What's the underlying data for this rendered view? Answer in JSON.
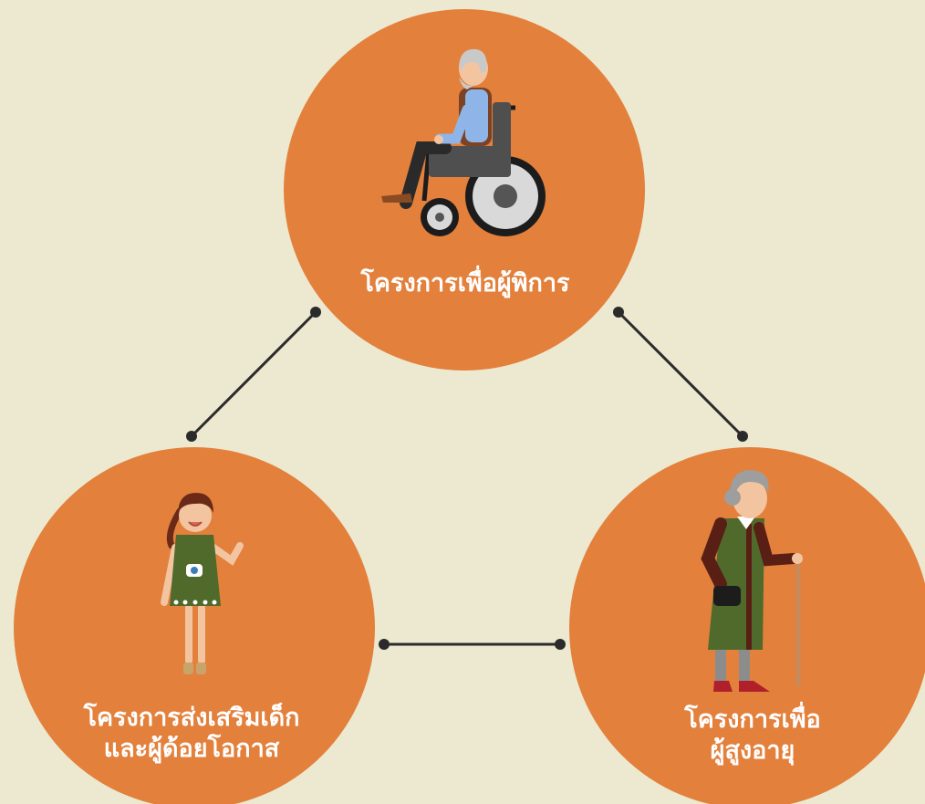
{
  "programs": {
    "disabled": {
      "label": "โครงการเพื่อผู้พิการ",
      "icon": "wheelchair-elderly-man-icon"
    },
    "youth": {
      "label_line1": "โครงการส่งเสริมเด็ก",
      "label_line2": "และผู้ด้อยโอกาส",
      "icon": "waving-girl-icon"
    },
    "elderly": {
      "label_line1": "โครงการเพื่อ",
      "label_line2": "ผู้สูงอายุ",
      "icon": "elderly-woman-with-cane-icon"
    }
  },
  "colors": {
    "background": "#ece9d0",
    "circle": "#e3803c",
    "connector": "#2b2b2b",
    "text": "#ffffff"
  }
}
